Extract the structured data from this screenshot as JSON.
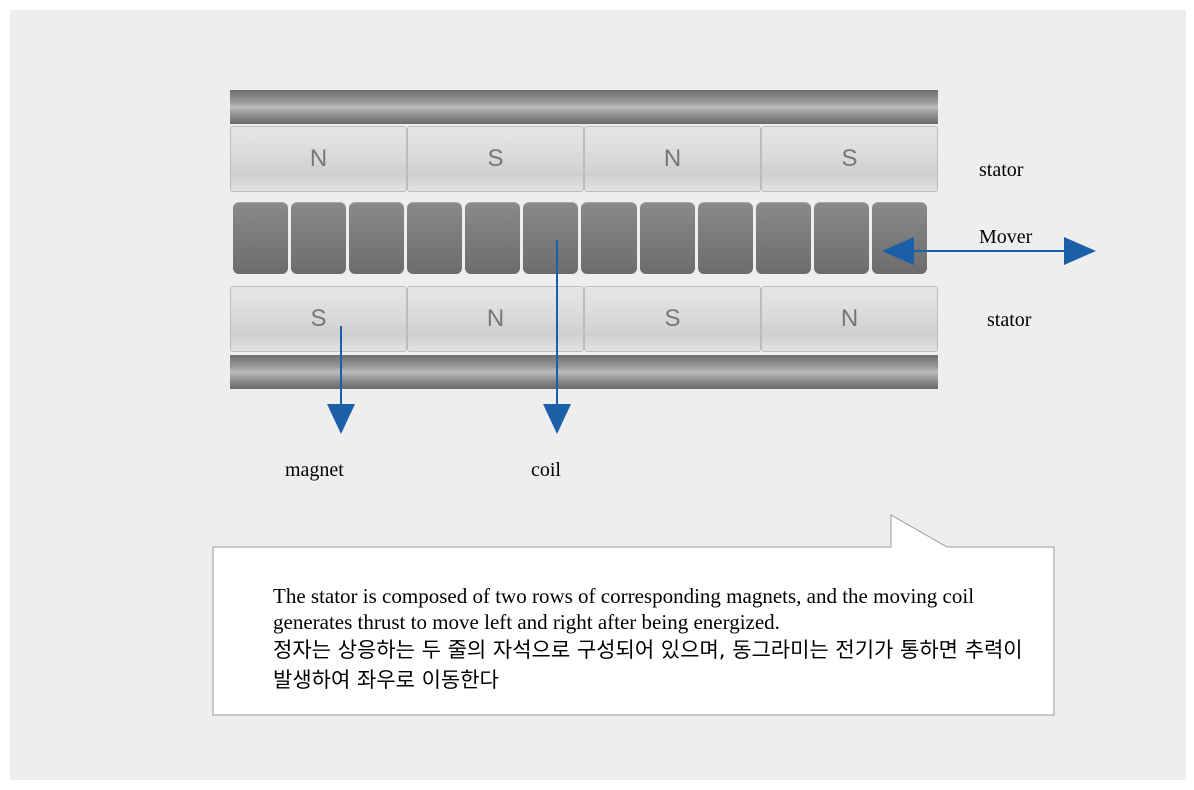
{
  "diagram": {
    "top_magnets": [
      "N",
      "S",
      "N",
      "S"
    ],
    "bottom_magnets": [
      "S",
      "N",
      "S",
      "N"
    ],
    "coil_count": 12,
    "labels": {
      "stator_top": "stator",
      "stator_bottom": "stator",
      "mover": "Mover",
      "magnet": "magnet",
      "coil": "coil"
    },
    "arrow_color": "#1a5fa8"
  },
  "callout": {
    "english": "The stator is composed of two rows of corresponding magnets, and the moving coil generates thrust to move left and right after being energized.",
    "korean": "정자는 상응하는 두 줄의 자석으로 구성되어 있으며, 동그라미는 전기가 통하면 추력이 발생하여 좌우로 이동한다"
  }
}
